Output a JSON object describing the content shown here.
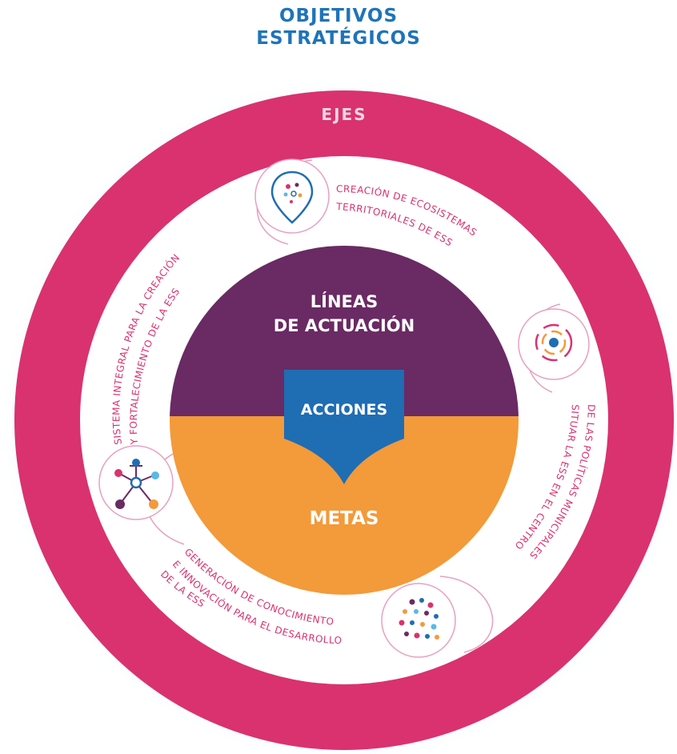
{
  "title": {
    "line1": "OBJETIVOS",
    "line2": "ESTRATÉGICOS"
  },
  "ring": {
    "label": "EJES"
  },
  "ejes": [
    {
      "text": "CREACIÓN DE ECOSISTEMAS TERRITORIALES DE ESS",
      "icon": "location-pin-dots-icon"
    },
    {
      "text": "SITUAR LA ESS EN EL CENTRO DE LAS POLÍTICAS MUNICIPALES",
      "icon": "target-icon"
    },
    {
      "text": "GENERACIÓN DE CONOCIMIENTO E INNOVACIÓN PARA EL DESARROLLO DE LA ESS",
      "icon": "dot-cluster-icon"
    },
    {
      "text": "SISTEMA INTEGRAL PARA LA CREACIÓN Y FORTALECIMIENTO DE LA ESS",
      "icon": "network-icon"
    }
  ],
  "center": {
    "lineas_line1": "LÍNEAS",
    "lineas_line2": "DE ACTUACIÓN",
    "acciones": "ACCIONES",
    "metas": "METAS"
  },
  "colors": {
    "title": "#1f74b8",
    "halo": "#5ab8e8",
    "ring": "#d9326f",
    "inner": "#ffffff",
    "lineas": "#6a2a63",
    "metas": "#f39a3a",
    "acciones": "#1f6db3",
    "eje_text": "#d9326f"
  }
}
